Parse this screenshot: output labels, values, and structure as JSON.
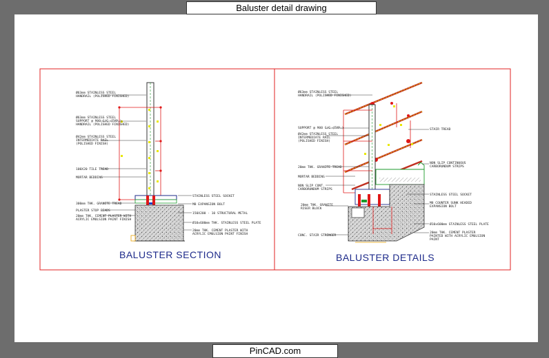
{
  "header": {
    "title": "Baluster detail drawing"
  },
  "footer": {
    "site": "PinCAD.com"
  },
  "left_view": {
    "caption": "BALUSTER SECTION",
    "notes": [
      "Ø63mm STAINLESS STEEL",
      "HANDRAIL (POLISHED FINISHED)",
      "Ø63mm STAINLESS STEEL",
      "SUPPORT @ 900 C/C (TYP.)",
      "HANDRAIL (POLISHED FINISHED)",
      "Ø42mm STAINLESS STEEL",
      "INTERMEDIATE RAIL",
      "(POLISHED FINISH)",
      "100X20 TILE TREAD",
      "MORTAR BEDDING",
      "STAINLESS STEEL SOCKET",
      "300mm THK. GRANITE TREAD",
      "M8 EXPANSION BOLT",
      "PLASTER STOP BEADS",
      "150X200 - 10 STRUCTURAL METAL",
      "20mm THK. CEMENT PLASTER WITH",
      "ACRYLIC EMULSION PAINT FINISH",
      "Ø10x600mm THK. STAINLESS STEEL PLATE",
      "20mm THK. CEMENT PLASTER WITH",
      "ACRYLIC EMULSION PAINT FINISH"
    ]
  },
  "right_view": {
    "caption": "BALUSTER DETAILS",
    "notes": [
      "Ø63mm STAINLESS STEEL",
      "HANDRAIL (POLISHED FINISHED)",
      "SUPPORT @ 900 C/C (TYP.)",
      "Ø42mm STAINLESS STEEL",
      "INTERMEDIATE RAIL",
      "(POLISHED FINISH)",
      "STAIR TREAD",
      "20mm THK. GRANITE TREAD",
      "MORTAR BEDDING",
      "NON SLIP CONT.",
      "CARBORUNDUM STRIPS",
      "NON SLIP CONTINUOUS",
      "CARBORUNDUM STRIPS",
      "STAINLESS STEEL SOCKET",
      "20mm THK. GRANITE",
      "RISER BLOCK",
      "M8 COUNTER SUNK HEADED",
      "EXPANSION BOLT",
      "Ø10x600mm STAINLESS STEEL PLATE",
      "CONC. STAIR STRINGER",
      "20mm THK. CEMENT PLASTER",
      "PAINTED WITH ACRYLIC EMULSION",
      "PAINT"
    ]
  },
  "colors": {
    "sheet_bg": "#6d6d6d",
    "frame_red": "#e02020",
    "caption_blue": "#1d2a8a",
    "rail_red": "#c03020",
    "dim_red": "#e01818",
    "accent_green": "#1a9a2a",
    "tick_yellow": "#e8e800"
  }
}
